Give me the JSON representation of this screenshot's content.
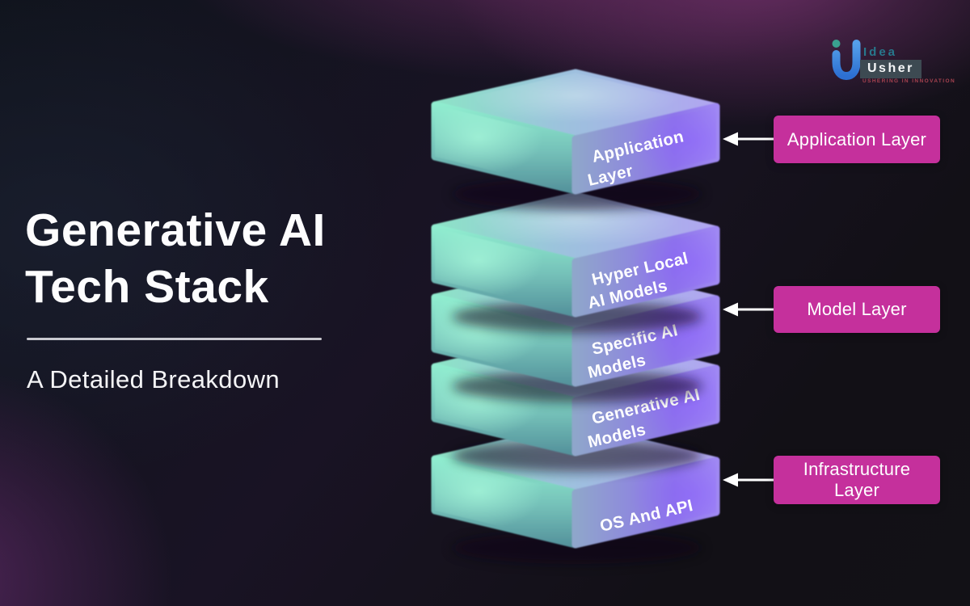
{
  "title": {
    "line1": "Generative AI",
    "line2": "Tech Stack",
    "subtitle": "A Detailed Breakdown"
  },
  "logo": {
    "brand_top": "Idea",
    "brand_bottom": "Usher",
    "tagline": "USHERING IN INNOVATION"
  },
  "stack": {
    "layers": [
      {
        "line1": "Application",
        "line2": "Layer"
      },
      {
        "line1": "Hyper Local",
        "line2": "AI Models"
      },
      {
        "line1": "Specific AI",
        "line2": "Models"
      },
      {
        "line1": "Generative AI",
        "line2": "Models"
      },
      {
        "line1": "OS And API",
        "line2": ""
      }
    ]
  },
  "annotations": [
    {
      "label": "Application Layer"
    },
    {
      "label": "Model Layer"
    },
    {
      "label": "Infrastructure Layer"
    }
  ],
  "colors": {
    "badge_pink": "#c5309c",
    "slab_mint": "#8feccf",
    "slab_purple": "#8d74ea",
    "background_purple": "#5e2b59",
    "logo_blue": "#3b82d8",
    "logo_teal": "#3aa08f"
  }
}
